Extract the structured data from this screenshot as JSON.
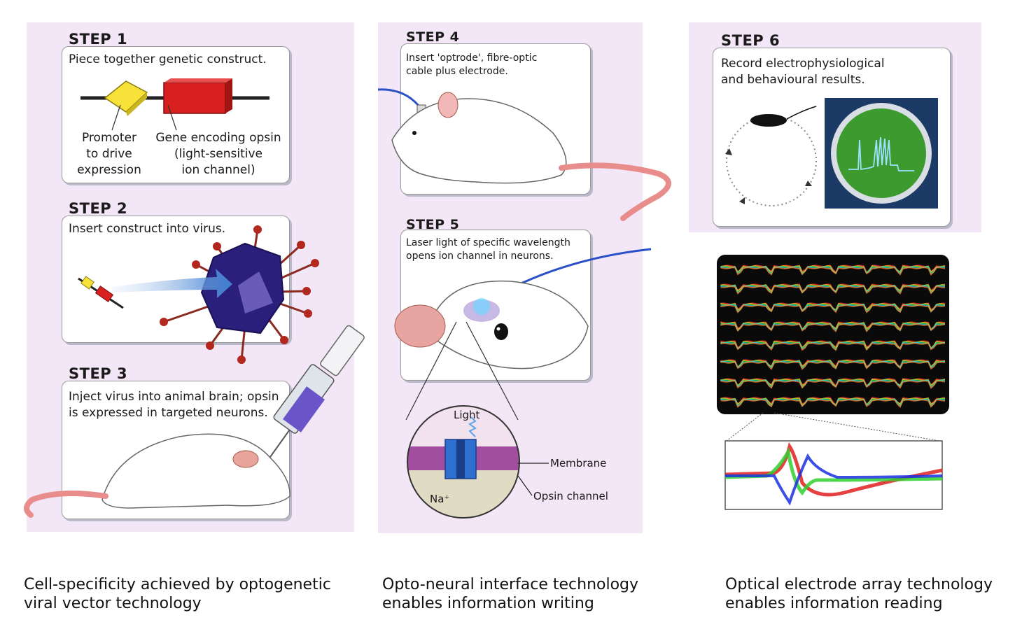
{
  "steps": {
    "step1": {
      "title": "STEP 1",
      "text": "Piece together genetic construct.",
      "promoter_label": "Promoter\nto drive\nexpression",
      "gene_label": "Gene encoding opsin\n(light-sensitive\nion channel)"
    },
    "step2": {
      "title": "STEP 2",
      "text": "Insert construct into virus."
    },
    "step3": {
      "title": "STEP 3",
      "text": "Inject virus into animal brain; opsin\nis expressed in targeted neurons."
    },
    "step4": {
      "title": "STEP 4",
      "text": "Insert 'optrode', fibre-optic\ncable plus electrode."
    },
    "step5": {
      "title": "STEP 5",
      "text": "Laser light of specific wavelength\nopens ion channel in neurons."
    },
    "step6": {
      "title": "STEP 6",
      "text": "Record electrophysiological\nand behavioural results."
    }
  },
  "inset": {
    "light": "Light",
    "membrane": "Membrane",
    "opsin_channel": "Opsin channel",
    "ion": "Na⁺"
  },
  "captions": {
    "left": "Cell-specificity achieved by optogenetic\nviral vector technology",
    "middle": "Opto-neural interface technology\nenables information writing",
    "right": "Optical electrode array technology\nenables information reading"
  },
  "colors": {
    "panel_bg": "#f3e6f6",
    "promoter": "#f7e23a",
    "gene": "#d8201e",
    "virus": "#2a1f7a",
    "rat_tail": "#e88c8c",
    "scope_green": "#3c9a2e",
    "array_bg": "#0a0a0a"
  }
}
